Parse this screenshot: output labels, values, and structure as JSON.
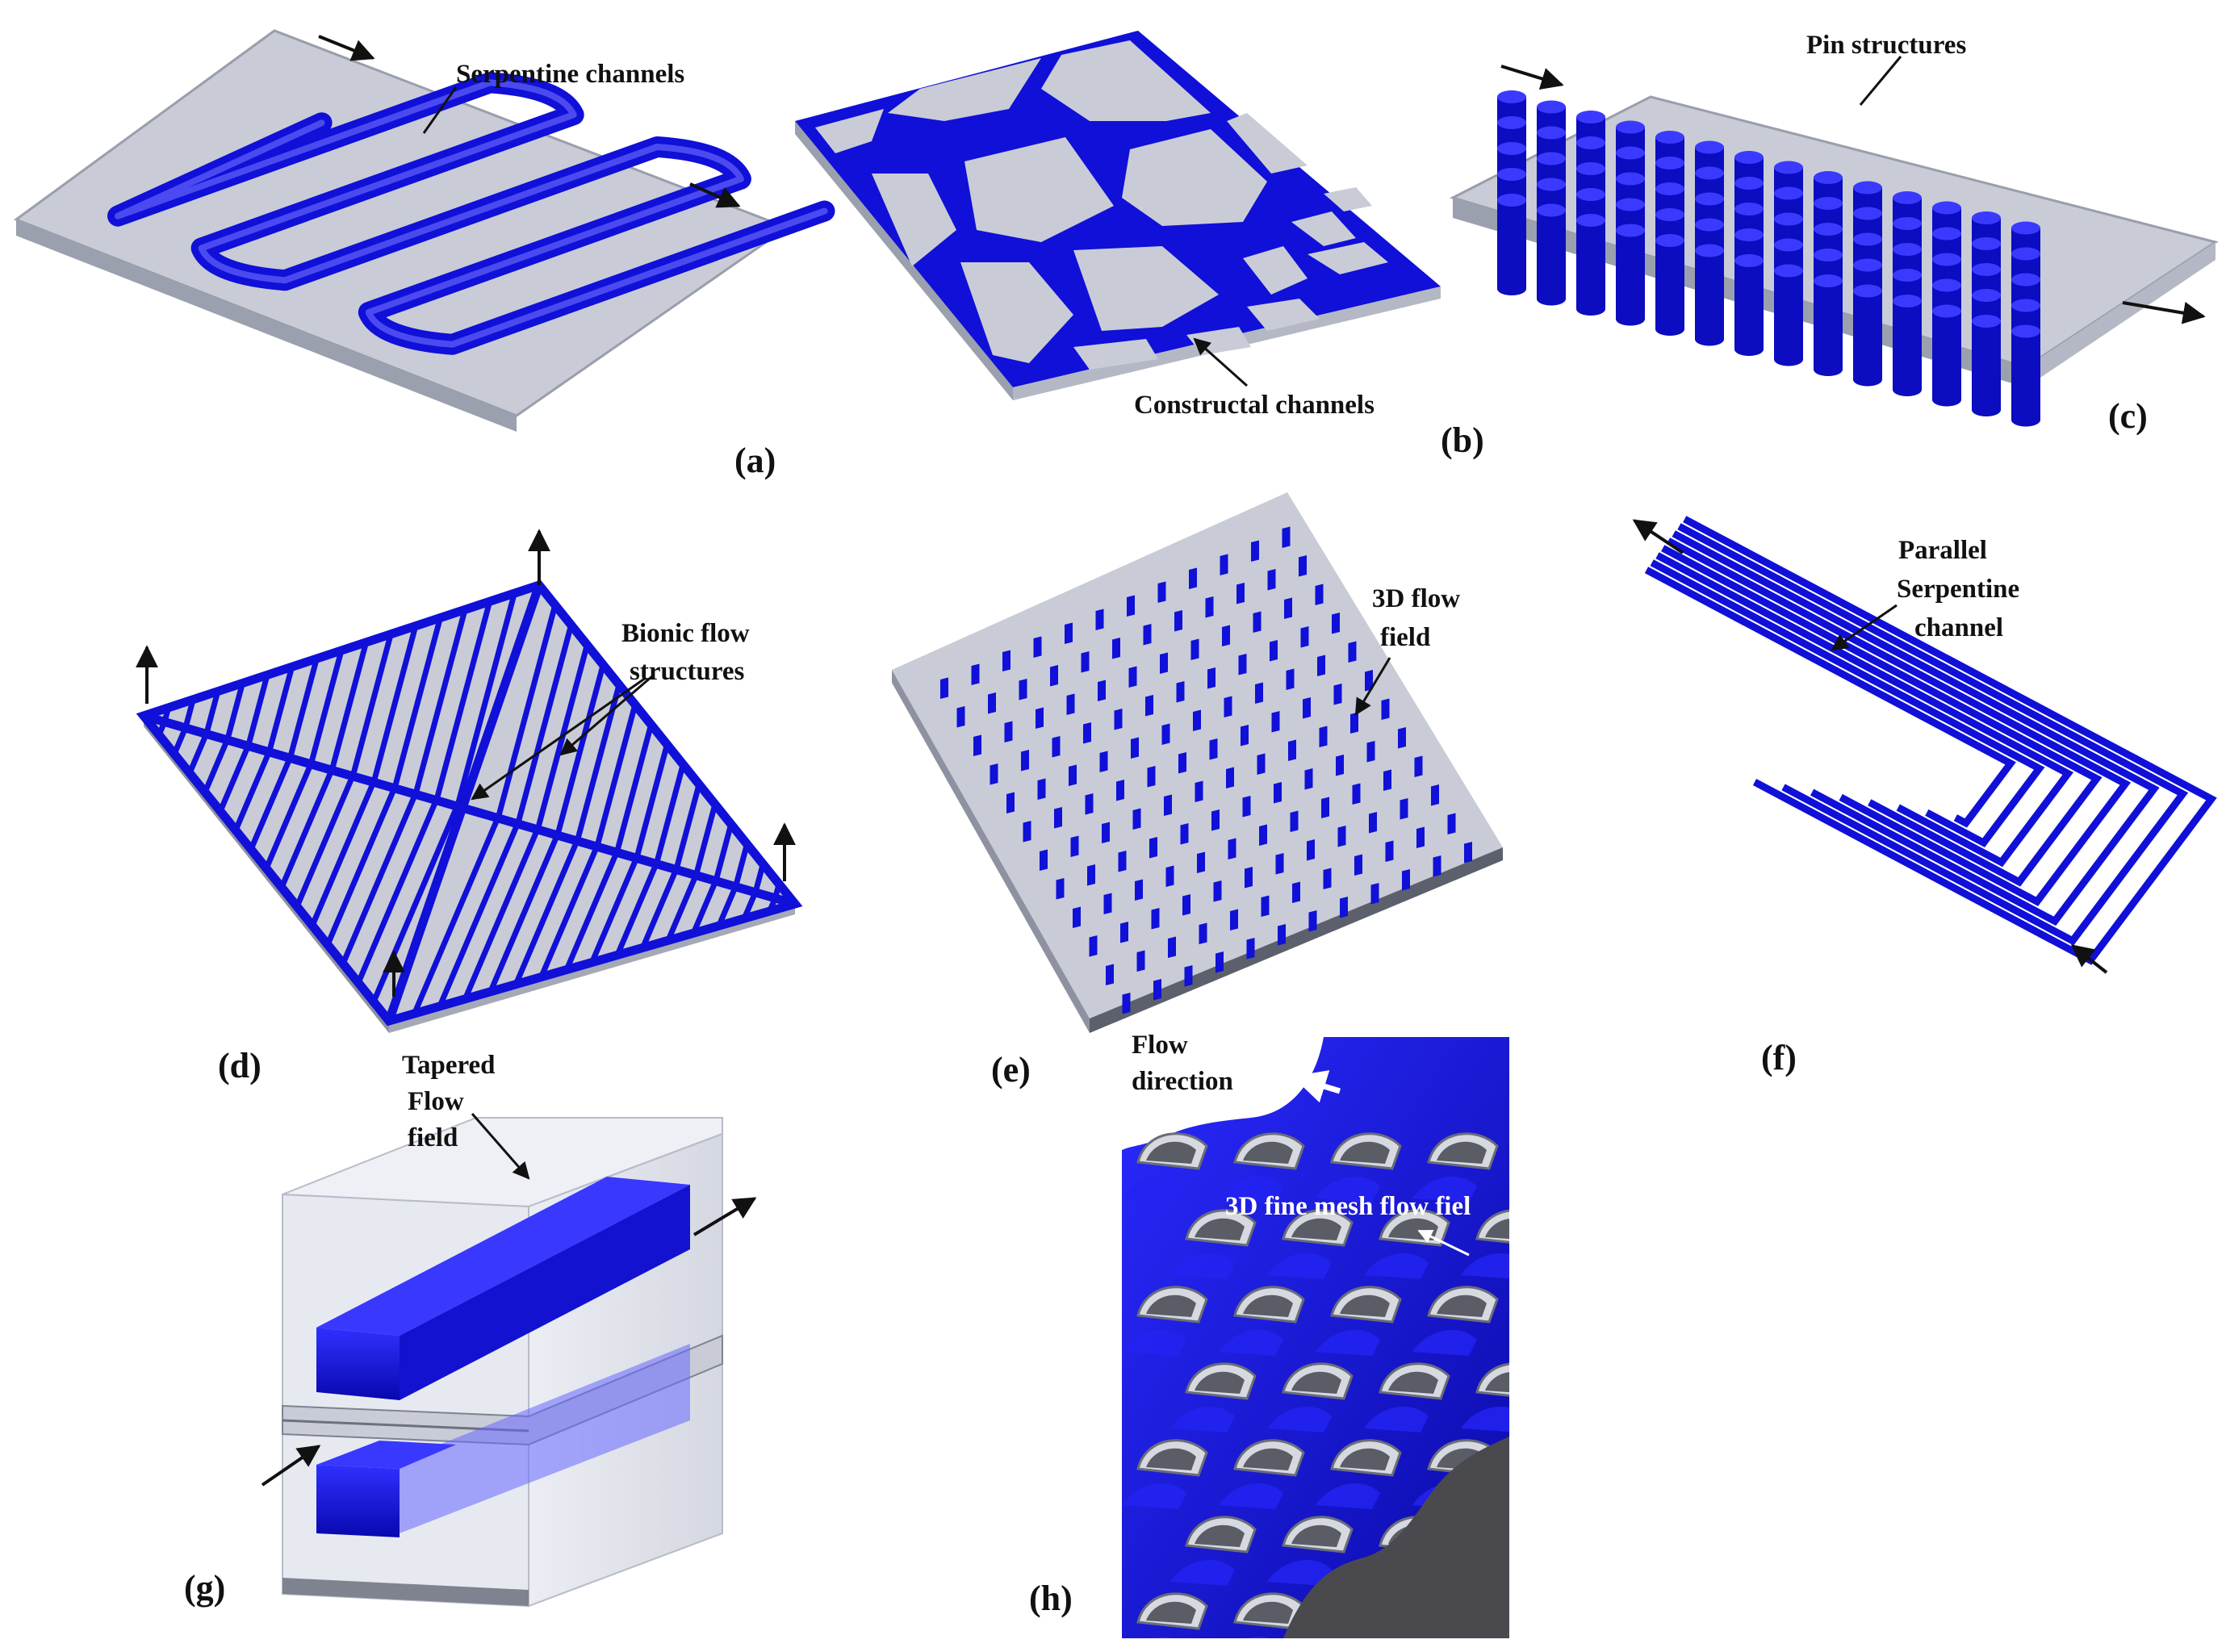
{
  "colors": {
    "channel_blue": "#1010d8",
    "plate_grey": "#c9ccd6",
    "plate_edge": "#8e92a0",
    "background": "#ffffff"
  },
  "panels": {
    "a": {
      "label": "(a)",
      "annotation": "Serpentine channels"
    },
    "b": {
      "label": "(b)",
      "annotation": "Constructal channels"
    },
    "c": {
      "label": "(c)",
      "annotation": "Pin structures"
    },
    "d": {
      "label": "(d)",
      "annotation_line1": "Bionic flow",
      "annotation_line2": "structures"
    },
    "e": {
      "label": "(e)",
      "annotation_line1": "3D flow",
      "annotation_line2": "field"
    },
    "f": {
      "label": "(f)",
      "annotation_line1": "Parallel",
      "annotation_line2": "Serpentine",
      "annotation_line3": "channel"
    },
    "g": {
      "label": "(g)",
      "annotation_line1": "Tapered",
      "annotation_line2": "Flow",
      "annotation_line3": "field"
    },
    "h": {
      "label": "(h)",
      "annotation_line1": "Flow",
      "annotation_line2": "direction",
      "annotation_line3": "3D fine mesh flow fiel"
    }
  }
}
